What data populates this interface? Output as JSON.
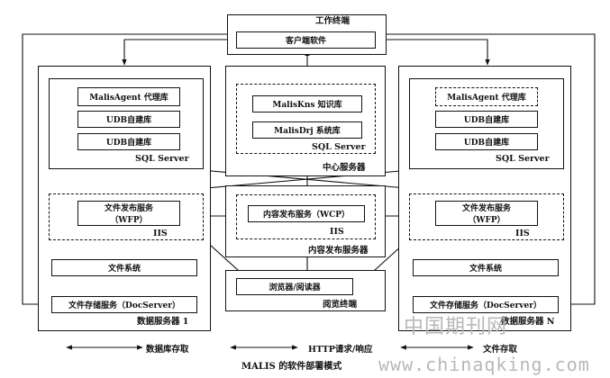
{
  "terminal": {
    "title": "工作终端",
    "client": "客户端软件"
  },
  "central": {
    "kb": "MalisKns 知识库",
    "sys": "MalisDrj 系统库",
    "sql": "SQL Server",
    "label": "中心服务器"
  },
  "db_left": {
    "agent": "MalisAgent 代理库",
    "udb1": "UDB自建库",
    "udb2": "UDB自建库",
    "sql": "SQL Server",
    "wfp_line1": "文件发布服务",
    "wfp_line2": "（WFP）",
    "iis": "IIS",
    "fs": "文件系统",
    "doc": "文件存储服务（DocServer）",
    "label": "数据服务器 1"
  },
  "db_right": {
    "agent": "MalisAgent 代理库",
    "udb1": "UDB自建库",
    "udb2": "UDB自建库",
    "sql": "SQL Server",
    "wfp_line1": "文件发布服务",
    "wfp_line2": "（WFP）",
    "iis": "IIS",
    "fs": "文件系统",
    "doc": "文件存储服务（DocServer）",
    "label": "数据服务器 N"
  },
  "publish": {
    "wcp": "内容发布服务（WCP）",
    "iis": "IIS",
    "label": "内容发布服务器"
  },
  "browser": {
    "reader": "浏览器/阅读器",
    "label": "阅览终端"
  },
  "legend": {
    "db": "数据库存取",
    "http": "HTTP请求/响应",
    "file": "文件存取"
  },
  "caption": "MALIS 的软件部署模式",
  "watermark": {
    "cn": "中国期刊网",
    "url": "www.chinaqking.com"
  }
}
